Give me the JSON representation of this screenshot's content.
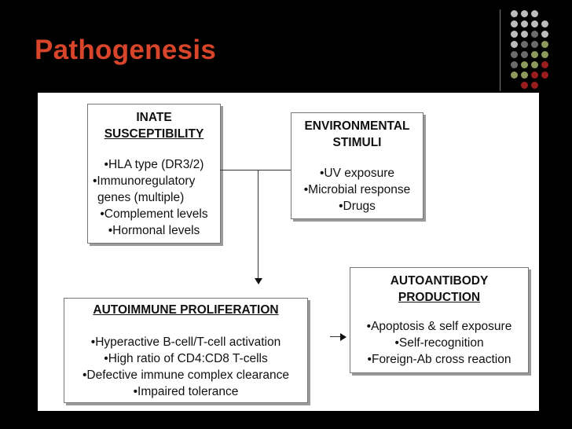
{
  "slide": {
    "title": "Pathogenesis"
  },
  "colors": {
    "title": "#d8452a",
    "background": "#000000",
    "dot_gray_light": "#bdbdbd",
    "dot_gray_dark": "#6b6b6b",
    "dot_green": "#8c9a5b",
    "dot_red": "#9b1c1c"
  },
  "diagram": {
    "susceptibility": {
      "heading_line1": "INATE",
      "heading_line2": "SUSCEPTIBILITY",
      "items": [
        "•HLA type (DR3/2)",
        "•Immunoregulatory",
        "genes  (multiple)",
        "•Complement levels",
        "•Hormonal levels"
      ]
    },
    "environment": {
      "heading_line1": "ENVIRONMENTAL",
      "heading_line2": "STIMULI",
      "items": [
        "•UV exposure",
        "•Microbial response",
        "•Drugs"
      ]
    },
    "proliferation": {
      "heading": "AUTOIMMUNE PROLIFERATION",
      "items": [
        "•Hyperactive B-cell/T-cell activation",
        "•High ratio of CD4:CD8 T-cells",
        "•Defective immune complex clearance",
        "•Impaired tolerance"
      ]
    },
    "autoantibody": {
      "heading_line1": "AUTOANTIBODY",
      "heading_line2": "PRODUCTION",
      "items": [
        "•Apoptosis & self exposure",
        "•Self-recognition",
        "•Foreign-Ab cross reaction"
      ]
    }
  }
}
